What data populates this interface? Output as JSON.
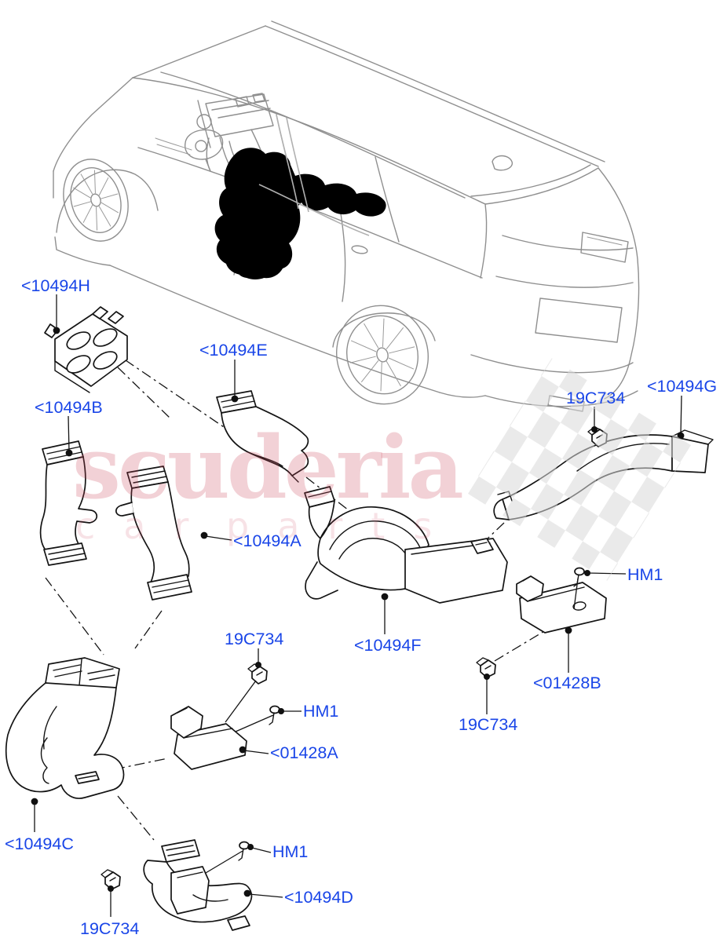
{
  "labels": [
    {
      "id": "10494H",
      "text": "<10494H"
    },
    {
      "id": "10494E",
      "text": "<10494E"
    },
    {
      "id": "10494B",
      "text": "<10494B"
    },
    {
      "id": "19C734-top",
      "text": "19C734"
    },
    {
      "id": "10494G",
      "text": "<10494G"
    },
    {
      "id": "10494A",
      "text": "<10494A"
    },
    {
      "id": "HM1-right",
      "text": "HM1"
    },
    {
      "id": "10494F",
      "text": "<10494F"
    },
    {
      "id": "01428B",
      "text": "<01428B"
    },
    {
      "id": "19C734-right",
      "text": "19C734"
    },
    {
      "id": "19C734-middle",
      "text": "19C734"
    },
    {
      "id": "HM1-middle",
      "text": "HM1"
    },
    {
      "id": "01428A",
      "text": "<01428A"
    },
    {
      "id": "10494C",
      "text": "<10494C"
    },
    {
      "id": "HM1-bottom",
      "text": "HM1"
    },
    {
      "id": "10494D",
      "text": "<10494D"
    },
    {
      "id": "19C734-bottom",
      "text": "19C734"
    }
  ],
  "watermark": {
    "brand": "scuderia",
    "tagline_word1": "car",
    "tagline_word2": "parts"
  },
  "colors": {
    "label_blue": "#1a46e8",
    "part_line": "#141414",
    "car_line": "#8f8f8f",
    "watermark_pink": "#e8a7b0",
    "watermark_flag_gray": "#d9d9d9",
    "background": "#ffffff"
  }
}
